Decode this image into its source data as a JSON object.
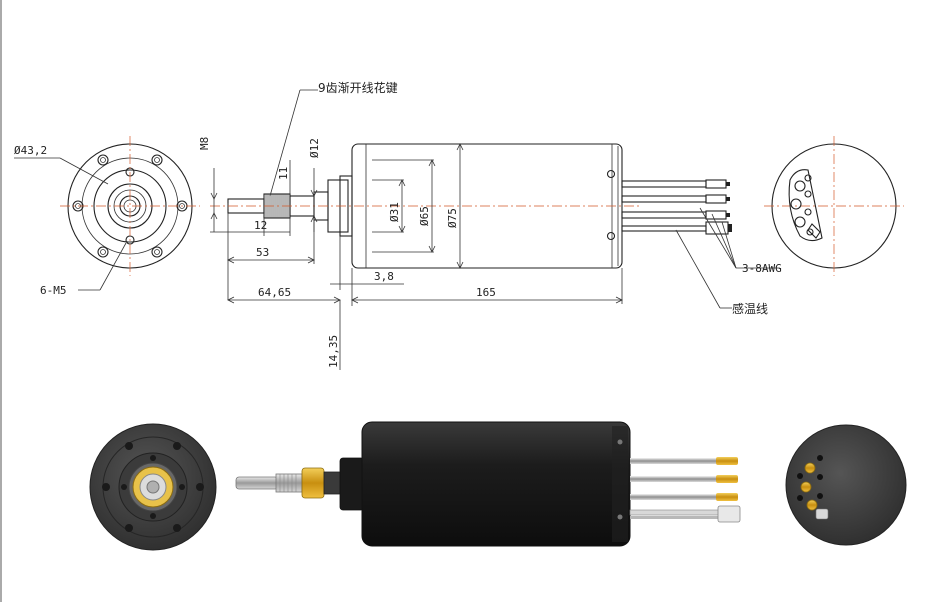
{
  "labels": {
    "spline": "9齿渐开线花键",
    "d43": "Ø43,2",
    "m8": "M8",
    "d12": "Ø12",
    "l11": "11",
    "l12": "12",
    "l53": "53",
    "l6465": "64,65",
    "l38": "3,8",
    "l165": "165",
    "l1435": "14,35",
    "d31": "Ø31",
    "d65": "Ø65",
    "d75": "Ø75",
    "m5": "6-M5",
    "awg": "3-8AWG",
    "temp": "感温线"
  },
  "colors": {
    "line": "#222222",
    "center": "#d45a2a",
    "body_dark": "#1b1b1b",
    "flange": "#4a4a4a",
    "brass": "#d9a521",
    "silver": "#b8b8b8"
  }
}
